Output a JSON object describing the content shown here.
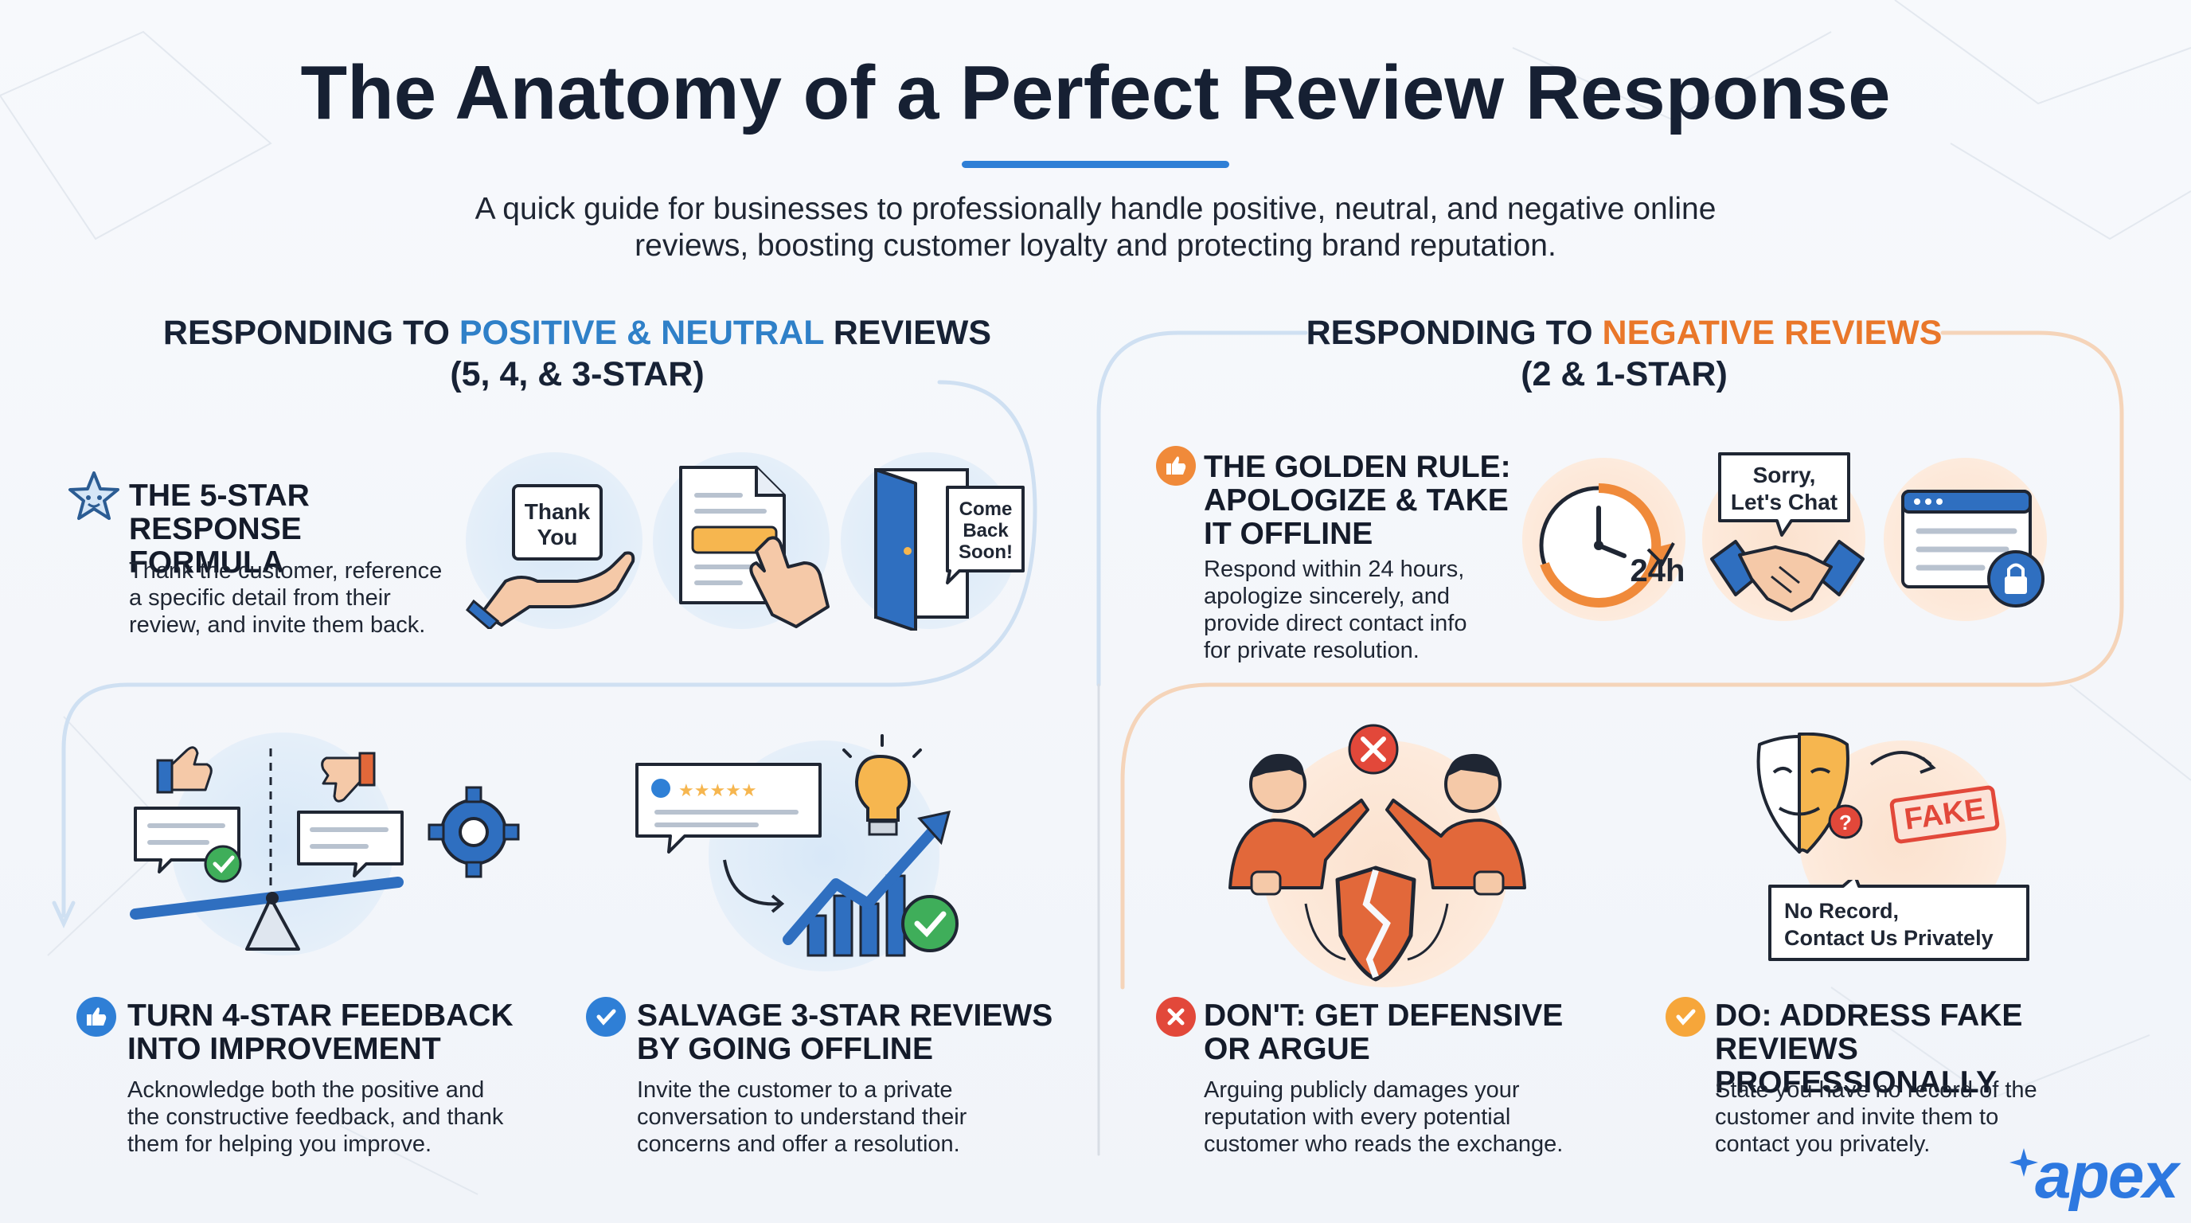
{
  "header": {
    "title": "The Anatomy of a Perfect Review Response",
    "subtitle": "A quick guide for businesses to professionally handle positive, neutral, and negative online reviews, boosting customer loyalty and protecting brand reputation."
  },
  "left_section": {
    "heading_prefix": "RESPONDING TO ",
    "heading_highlight": "POSITIVE & NEUTRAL",
    "heading_suffix": " REVIEWS",
    "heading_line2": "(5, 4, & 3-STAR)",
    "highlight_color": "#2f80c8",
    "items": [
      {
        "icon": "star-face-icon",
        "title_line1": "THE 5-STAR",
        "title_line2": "RESPONSE FORMULA",
        "desc_line1": "Thank the customer, reference",
        "desc_line2": "a specific detail from their",
        "desc_line3": "review, and invite them back.",
        "illustrations": {
          "thank_line1": "Thank",
          "thank_line2": "You",
          "door_line1": "Come",
          "door_line2": "Back",
          "door_line3": "Soon!"
        }
      },
      {
        "icon": "thumbs-up-badge-icon",
        "title_line1": "TURN 4-STAR FEEDBACK",
        "title_line2": "INTO IMPROVEMENT",
        "desc_line1": "Acknowledge both the positive and",
        "desc_line2": "the constructive feedback, and thank",
        "desc_line3": "them for helping you improve."
      },
      {
        "icon": "check-badge-icon",
        "title_line1": "SALVAGE 3-STAR REVIEWS",
        "title_line2": "BY GOING OFFLINE",
        "desc_line1": "Invite the customer to a private",
        "desc_line2": "conversation to understand their",
        "desc_line3": "concerns and offer a resolution."
      }
    ]
  },
  "right_section": {
    "heading_prefix": "RESPONDING TO ",
    "heading_highlight": "NEGATIVE REVIEWS",
    "heading_line2": "(2 & 1-STAR)",
    "highlight_color": "#e9772a",
    "items": [
      {
        "icon": "thumbs-up-orange-icon",
        "title_line1": "THE GOLDEN RULE:",
        "title_line2": "APOLOGIZE & TAKE",
        "title_line3": "IT OFFLINE",
        "desc_line1": "Respond within 24 hours,",
        "desc_line2": "apologize sincerely, and",
        "desc_line3": "provide direct contact info",
        "desc_line4": "for private resolution.",
        "illustrations": {
          "clock_label": "24h",
          "bubble_line1": "Sorry,",
          "bubble_line2": "Let's Chat"
        }
      },
      {
        "icon": "x-badge-icon",
        "title_line1": "DON'T: GET DEFENSIVE",
        "title_line2": "OR ARGUE",
        "desc_line1": "Arguing publicly damages your",
        "desc_line2": "reputation with every potential",
        "desc_line3": "customer who reads the exchange."
      },
      {
        "icon": "check-orange-badge-icon",
        "title_line1": "DO: ADDRESS FAKE REVIEWS",
        "title_line2": "PROFESSIONALLY",
        "desc_line1": "State you have no record of the",
        "desc_line2": "customer and invite them to",
        "desc_line3": "contact you privately.",
        "illustrations": {
          "stamp": "FAKE",
          "note_line1": "No Record,",
          "note_line2": "Contact Us Privately"
        }
      }
    ]
  },
  "brand": {
    "logo_text": "apex",
    "color": "#2d78e0"
  }
}
